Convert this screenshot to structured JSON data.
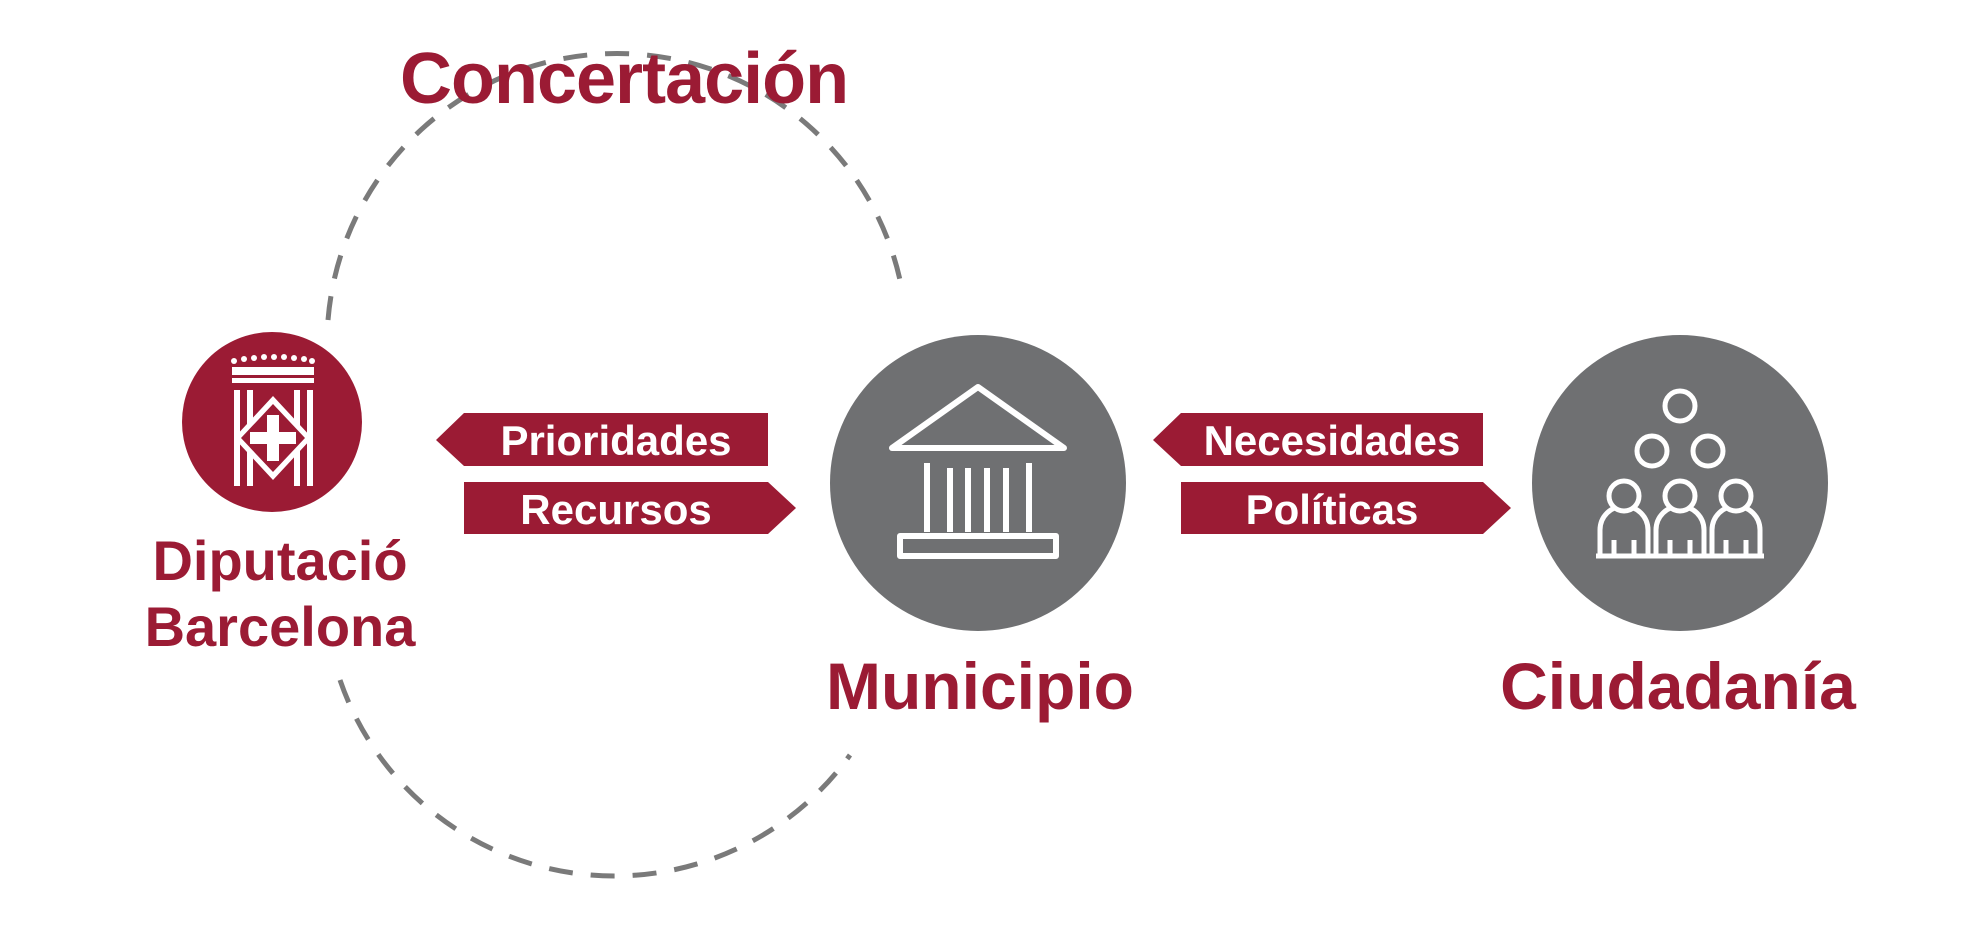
{
  "title": "Concertación",
  "nodes": {
    "diputacio": {
      "line1": "Diputació",
      "line2": "Barcelona",
      "logo": "diputacio-barcelona-logo"
    },
    "municipio": {
      "label": "Municipio",
      "icon": "government-building-icon"
    },
    "ciudadania": {
      "label": "Ciudadanía",
      "icon": "people-group-icon"
    }
  },
  "arrows": {
    "left_pair": [
      {
        "label": "Prioridades",
        "direction": "left"
      },
      {
        "label": "Recursos",
        "direction": "right"
      }
    ],
    "right_pair": [
      {
        "label": "Necesidades",
        "direction": "left"
      },
      {
        "label": "Políticas",
        "direction": "right"
      }
    ]
  },
  "colors": {
    "accent": "#9b1b34",
    "circle_grey": "#6f7072",
    "dashed_line": "#7a7a7a",
    "white": "#ffffff"
  }
}
